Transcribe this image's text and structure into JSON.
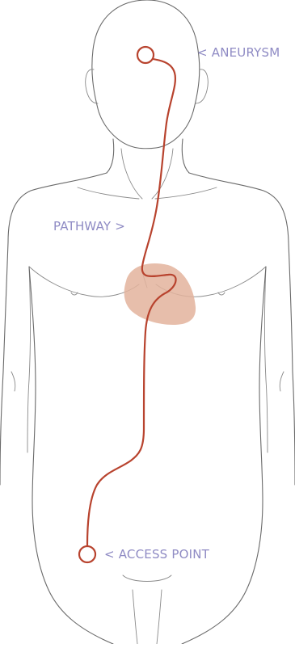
{
  "labels": {
    "aneurysm": "< ANEURYSM",
    "pathway": "PATHWAY >",
    "access_point": "< ACCESS POINT"
  },
  "colors": {
    "catheter": "#b8432e",
    "heart": "#e3b39c",
    "label_text": "#8f8bc4",
    "outline": "#6a6a6a"
  }
}
